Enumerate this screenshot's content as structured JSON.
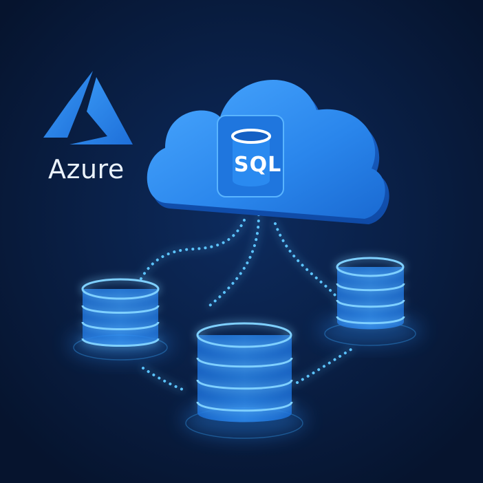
{
  "brand": {
    "name": "Azure",
    "logo_icon": "azure-logo-icon",
    "color": "#2b7fe8"
  },
  "cloud": {
    "icon": "cloud-icon",
    "service_label": "SQL",
    "service_icon": "database-icon",
    "color": "#2f8ff0"
  },
  "databases": [
    {
      "id": "db-left",
      "icon": "database-cylinder-icon"
    },
    {
      "id": "db-center",
      "icon": "database-cylinder-icon"
    },
    {
      "id": "db-right",
      "icon": "database-cylinder-icon"
    }
  ],
  "connections": [
    {
      "from": "cloud",
      "to": "db-left",
      "style": "dotted"
    },
    {
      "from": "cloud",
      "to": "db-center",
      "style": "dotted"
    },
    {
      "from": "cloud",
      "to": "db-right",
      "style": "dotted"
    },
    {
      "from": "db-left",
      "to": "db-center",
      "style": "dotted"
    },
    {
      "from": "db-center",
      "to": "db-right",
      "style": "dotted"
    }
  ],
  "colors": {
    "background": "#081a3a",
    "glow": "#3aa8ff",
    "dots": "#5cc4ff"
  }
}
